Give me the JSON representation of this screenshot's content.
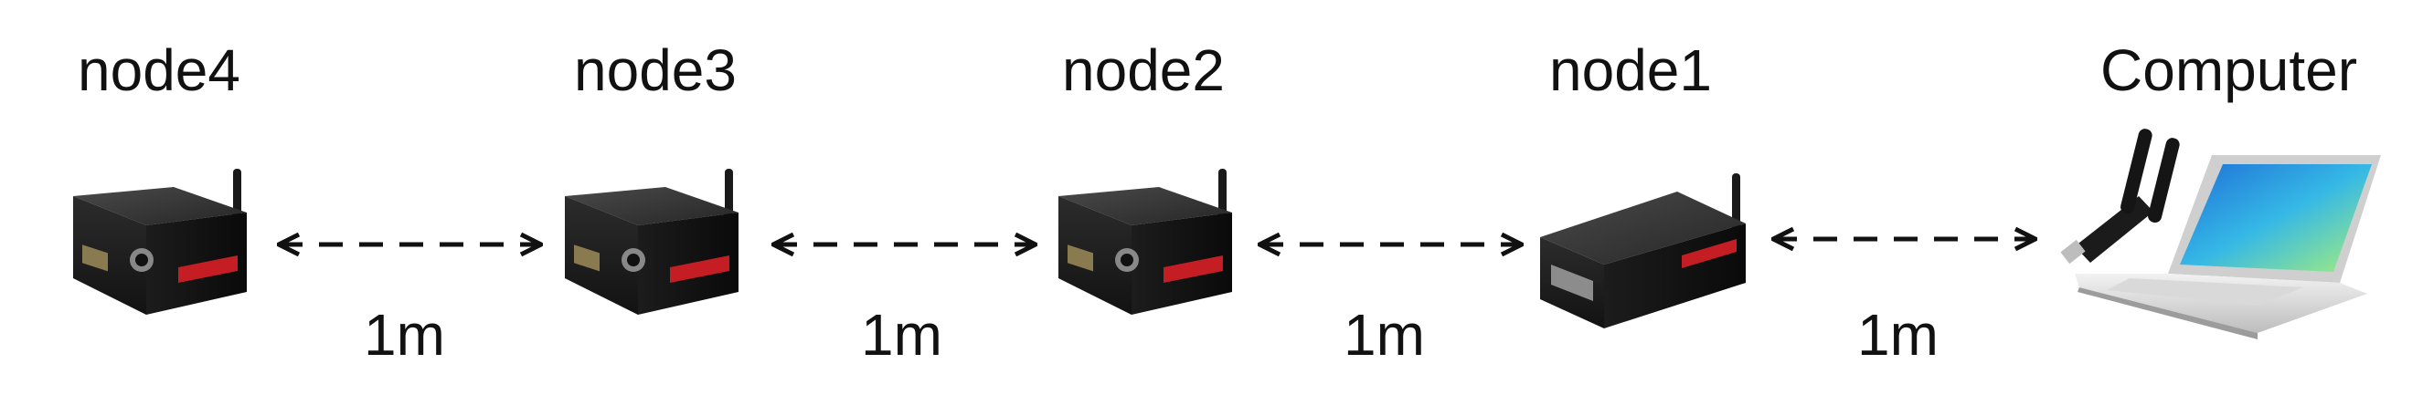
{
  "nodes": [
    {
      "label": "node4"
    },
    {
      "label": "node3"
    },
    {
      "label": "node2"
    },
    {
      "label": "node1"
    }
  ],
  "computer": {
    "label": "Computer"
  },
  "links": [
    {
      "distance": "1m"
    },
    {
      "distance": "1m"
    },
    {
      "distance": "1m"
    },
    {
      "distance": "1m"
    }
  ]
}
